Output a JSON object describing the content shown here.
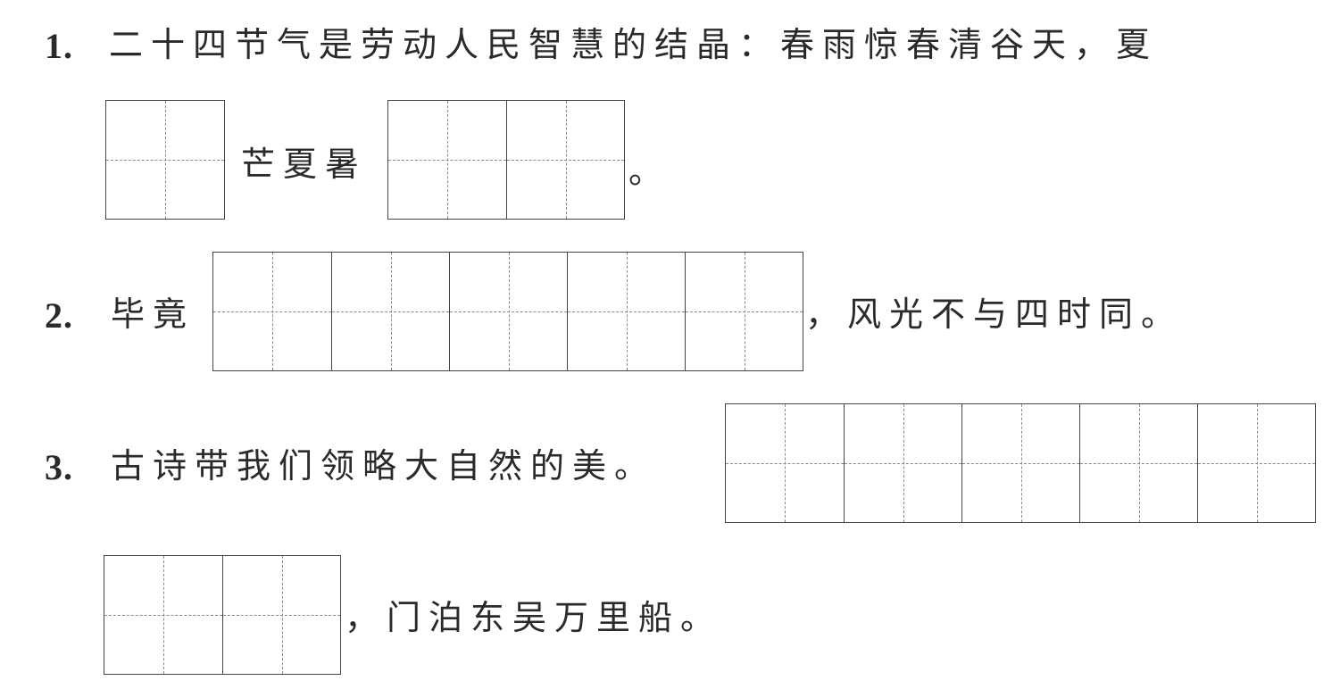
{
  "questions": [
    {
      "number": "1.",
      "text_line1": "二十四节气是劳动人民智慧的结晶：春雨惊春清谷天，夏",
      "middle_text": "芒夏暑",
      "end_text": "。",
      "blank_boxes": [
        1,
        2
      ]
    },
    {
      "number": "2.",
      "prefix_text": "毕竟",
      "suffix_text": "，风光不与四时同。",
      "blank_boxes": [
        5
      ]
    },
    {
      "number": "3.",
      "text_line1": "古诗带我们领略大自然的美。",
      "line2_suffix": "，门泊东吴万里船。",
      "blank_boxes": [
        5,
        2
      ]
    }
  ]
}
